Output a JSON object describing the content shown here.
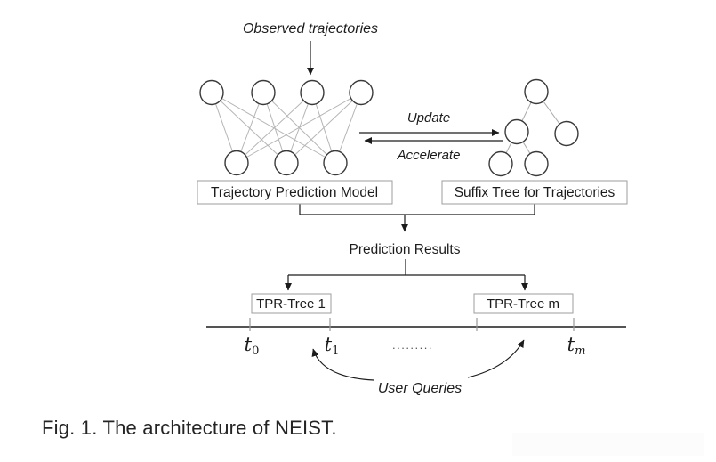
{
  "figure": {
    "caption": "Fig. 1. The architecture of NEIST."
  },
  "diagram": {
    "observed_label": "Observed trajectories",
    "update_label": "Update",
    "accelerate_label": "Accelerate",
    "model_box_label": "Trajectory Prediction Model",
    "suffix_box_label": "Suffix Tree for Trajectories",
    "prediction_label": "Prediction Results",
    "tpr_tree_1_label": "TPR-Tree 1",
    "tpr_tree_m_label": "TPR-Tree m",
    "user_queries_label": "User Queries",
    "timeline": {
      "t0_base": "t",
      "t0_sub": "0",
      "t1_base": "t",
      "t1_sub": "1",
      "dots": ".........",
      "tm_base": "t",
      "tm_sub": "m"
    },
    "colors": {
      "node_stroke": "#3a3a3a",
      "nn_edge": "#b5b5b5",
      "tree_edge": "#a9a9a9",
      "box_border": "#9e9e9e",
      "line": "#1c1c1c",
      "tick": "#999999",
      "text": "#1c1c1c"
    }
  }
}
